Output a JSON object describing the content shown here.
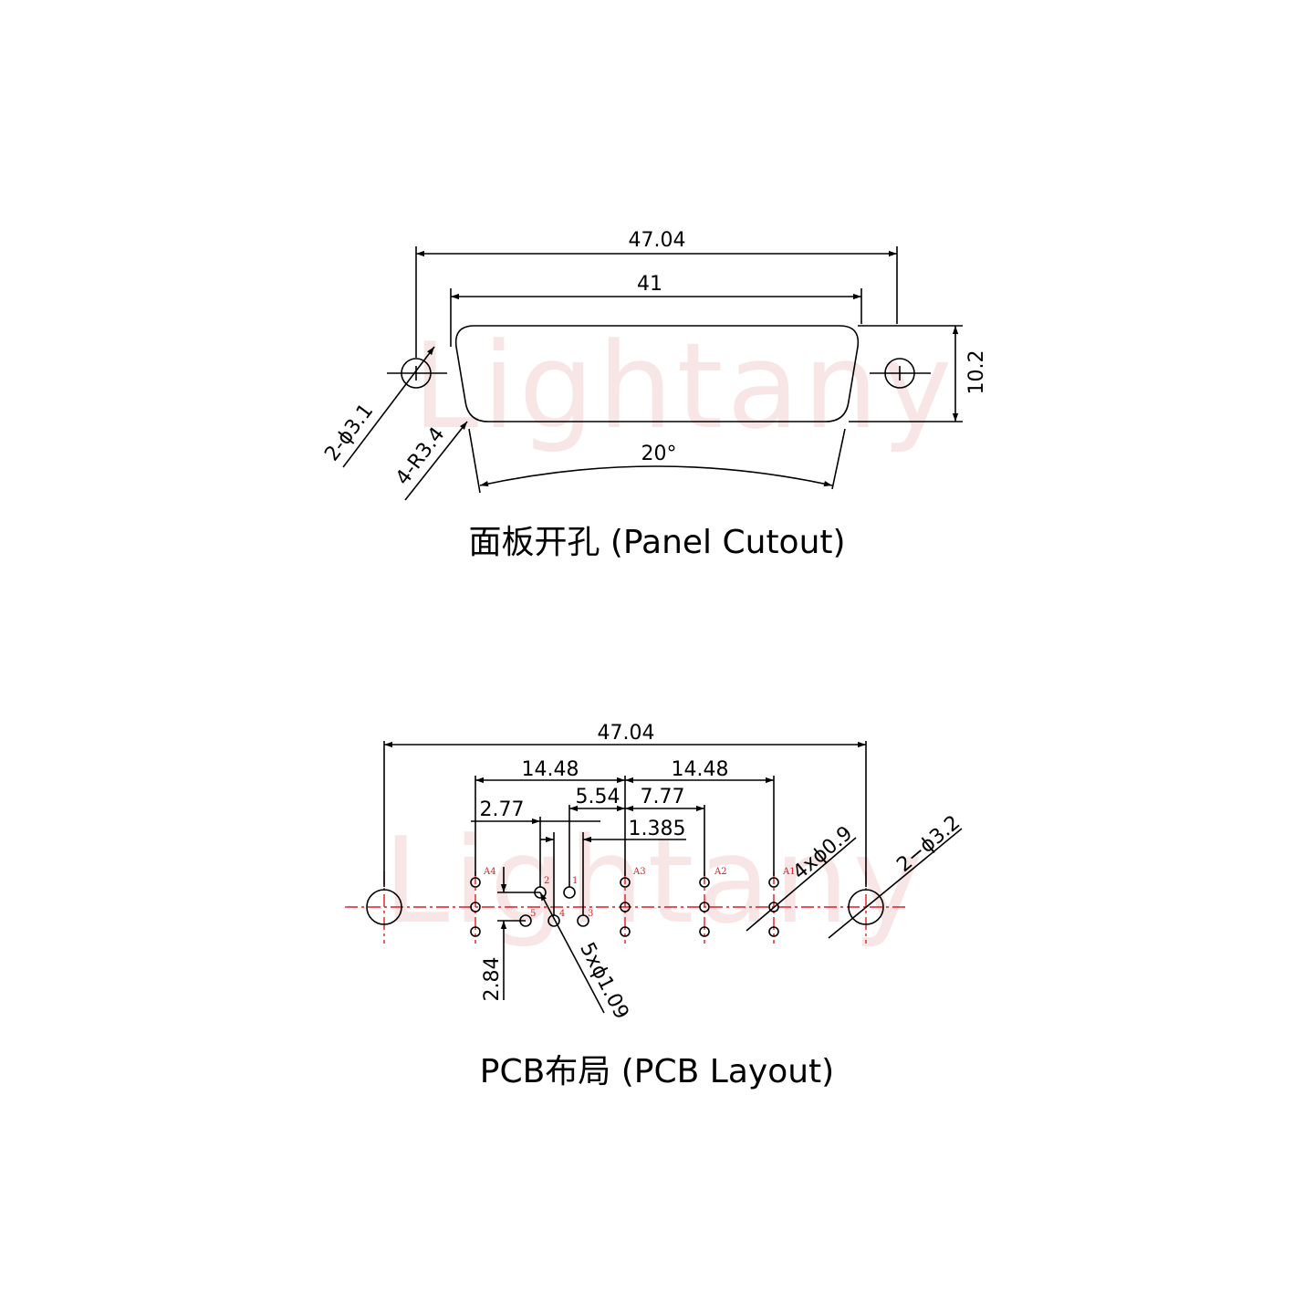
{
  "watermark": "Lightany",
  "colors": {
    "line": "#000000",
    "center_line": "#e21b1b",
    "pin_label": "#e21b1b",
    "watermark": "#f5d6d6"
  },
  "panel": {
    "title": "面板开孔 (Panel Cutout)",
    "dims": {
      "overall_width": "47.04",
      "cutout_width": "41",
      "height": "10.2",
      "hole_dia": "2-ϕ3.1",
      "corner_radius": "4-R3.4",
      "angle": "20°"
    }
  },
  "pcb": {
    "title": "PCB布局 (PCB Layout)",
    "dims": {
      "overall_width": "47.04",
      "left_span": "14.48",
      "right_span": "14.48",
      "d_5_54": "5.54",
      "d_7_77": "7.77",
      "d_2_77": "2.77",
      "d_1_385": "1.385",
      "d_2_84": "2.84",
      "signal_holes": "5xϕ1.09",
      "coax_holes": "4xϕ0.9",
      "mount_holes": "2−ϕ3.2"
    },
    "pins": {
      "a4": "A4",
      "a3": "A3",
      "a2": "A2",
      "a1": "A1",
      "p1": "1",
      "p2": "2",
      "p3": "3",
      "p4": "4",
      "p5": "5"
    }
  }
}
